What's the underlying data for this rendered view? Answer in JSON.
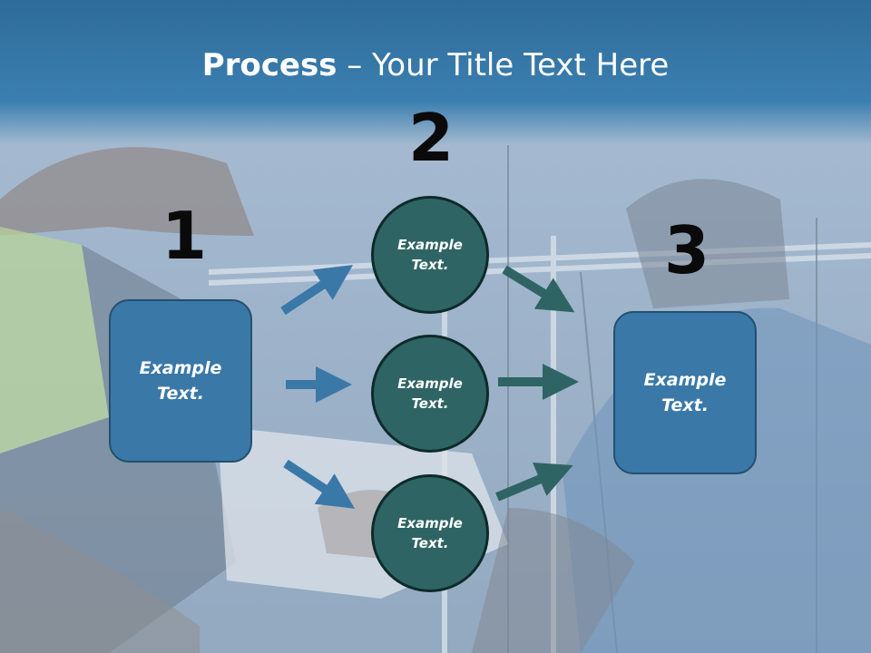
{
  "title": {
    "bold": "Process",
    "rest": " – Your Title Text Here"
  },
  "steps": {
    "one": "1",
    "two": "2",
    "three": "3"
  },
  "left_box": {
    "text": "Example\nText."
  },
  "right_box": {
    "text": "Example\nText."
  },
  "circles": [
    {
      "text": "Example\nText."
    },
    {
      "text": "Example\nText."
    },
    {
      "text": "Example\nText."
    }
  ],
  "colors": {
    "box_fill": "#3a78a8",
    "circle_fill": "#2f6464",
    "blue_arrow": "#3a78a8",
    "teal_arrow": "#2f6464"
  }
}
